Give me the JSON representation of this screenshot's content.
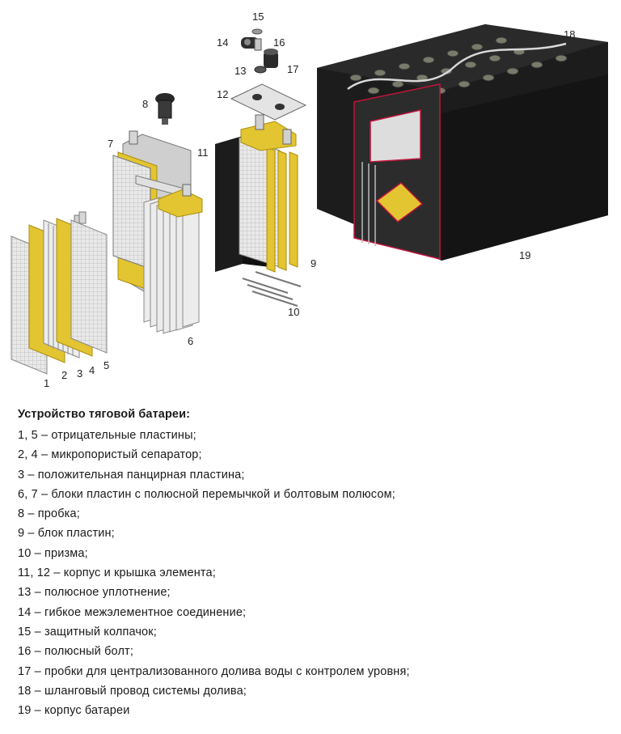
{
  "callouts": {
    "n1": "1",
    "n2": "2",
    "n3": "3",
    "n4": "4",
    "n5": "5",
    "n6": "6",
    "n7": "7",
    "n8": "8",
    "n9": "9",
    "n10": "10",
    "n11": "11",
    "n12": "12",
    "n13": "13",
    "n14": "14",
    "n15": "15",
    "n16": "16",
    "n17": "17",
    "n18": "18",
    "n19": "19"
  },
  "legend": {
    "title": "Устройство тяговой батареи:",
    "items": [
      "1, 5 – отрицательные пластины;",
      "2, 4 – микропористый сепаратор;",
      "3 – положительная панцирная пластина;",
      "6, 7 – блоки пластин с полюсной перемычкой и болтовым полюсом;",
      "8 – пробка;",
      "9 – блок пластин;",
      "10 – призма;",
      "11, 12 – корпус и крышка элемента;",
      "13 – полюсное уплотнение;",
      "14 – гибкое межэлементное соединение;",
      "15 – защитный колпачок;",
      "16 – полюсный болт;",
      "17 – пробки для централизованного долива воды с контролем уровня;",
      "18 – шланговый провод системы долива;",
      "19 – корпус батареи"
    ]
  },
  "colors": {
    "plate_grey": "#dcdcdc",
    "plate_yellow": "#e6c832",
    "case_black": "#1c1c1c",
    "accent_red": "#c0143c"
  }
}
